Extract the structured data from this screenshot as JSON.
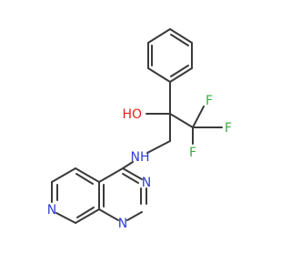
{
  "molecule": {
    "atoms": {
      "oh": "HO",
      "f_right": "F",
      "f_top": "F",
      "f_bottom": "F",
      "nh": "NH",
      "n_pyrimidine_top": "N",
      "n_pyrimidine_bottom": "N",
      "n_pyridine": "N"
    },
    "colors": {
      "bond": "#3a3a3a",
      "nitrogen": "#2f3fd6",
      "oxygen": "#e0241b",
      "fluorine": "#3daa3d"
    }
  }
}
